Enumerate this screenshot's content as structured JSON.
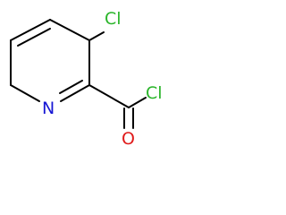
{
  "molecule": {
    "atoms": {
      "cl_ring": {
        "label": "Cl",
        "color": "#2ab52a"
      },
      "n": {
        "label": "N",
        "color": "#1515d4"
      },
      "cl_acyl": {
        "label": "Cl",
        "color": "#2ab52a"
      },
      "o": {
        "label": "O",
        "color": "#e01b1b"
      }
    },
    "bond_color": "#000000"
  }
}
